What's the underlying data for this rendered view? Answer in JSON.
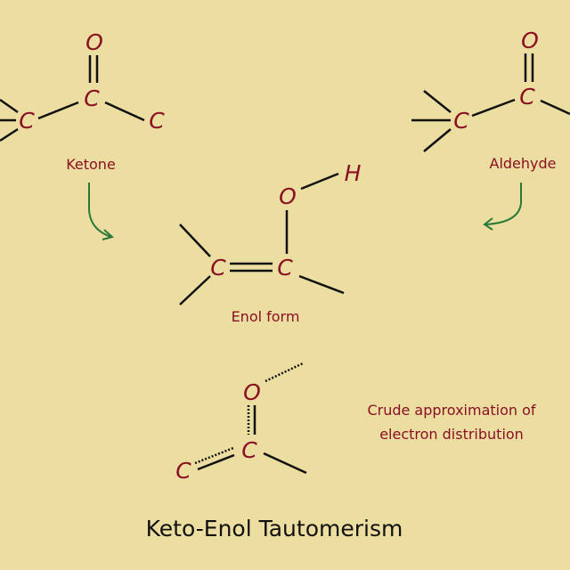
{
  "atoms": {
    "O": "O",
    "C": "C",
    "H": "H"
  },
  "labels": {
    "ketone": "Ketone",
    "aldehyde": "Aldehyde",
    "enol": "Enol form",
    "approx_line1": "Crude approximation of",
    "approx_line2": "electron distribution"
  },
  "title": "Keto-Enol Tautomerism",
  "colors": {
    "background": "#ebdea0",
    "atom": "#8b1024",
    "arrow": "#2a7a3a"
  }
}
